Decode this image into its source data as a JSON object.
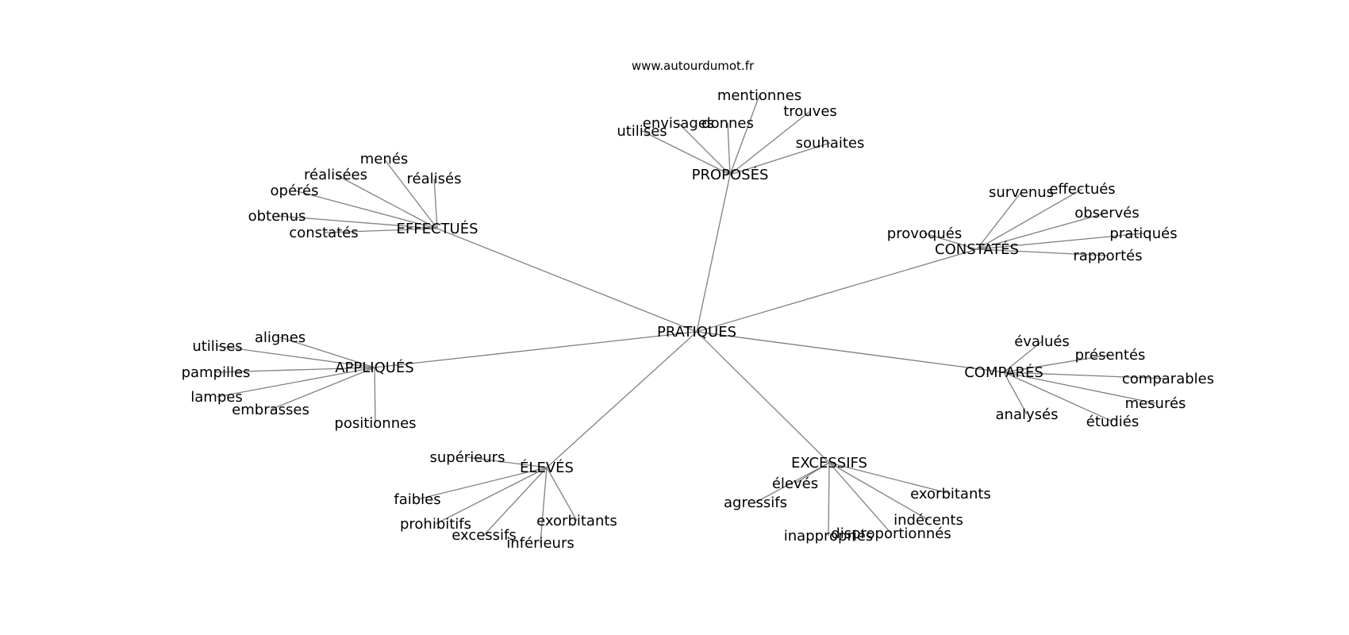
{
  "source": "www.autourdumot.fr",
  "center": "PRATIQUES",
  "groups": [
    {
      "hub": "PROPOSÉS",
      "words": [
        "utilises",
        "envisages",
        "donnes",
        "mentionnes",
        "trouves",
        "souhaites"
      ]
    },
    {
      "hub": "EFFECTUÉS",
      "words": [
        "menés",
        "réalisées",
        "réalisés",
        "opérés",
        "obtenus",
        "constatés"
      ]
    },
    {
      "hub": "CONSTATÉS",
      "words": [
        "survenus",
        "effectués",
        "observés",
        "provoqués",
        "pratiqués",
        "rapportés"
      ]
    },
    {
      "hub": "APPLIQUÉS",
      "words": [
        "alignes",
        "utilises",
        "pampilles",
        "lampes",
        "embrasses",
        "positionnes"
      ]
    },
    {
      "hub": "COMPARÉS",
      "words": [
        "évalués",
        "présentés",
        "comparables",
        "mesurés",
        "analysés",
        "étudiés"
      ]
    },
    {
      "hub": "ÉLEVÉS",
      "words": [
        "supérieurs",
        "faibles",
        "prohibitifs",
        "excessifs",
        "inférieurs",
        "exorbitants"
      ]
    },
    {
      "hub": "EXCESSIFS",
      "words": [
        "élevés",
        "agressifs",
        "exorbitants",
        "indécents",
        "inappropriés",
        "disproportionnés"
      ]
    }
  ]
}
